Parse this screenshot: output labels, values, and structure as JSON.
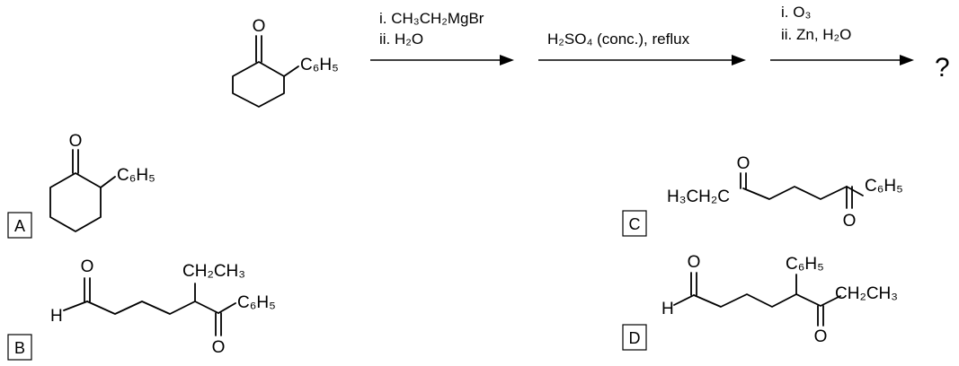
{
  "reaction": {
    "step1": {
      "line1": "i. CH₃CH₂MgBr",
      "line2": "ii. H₂O"
    },
    "step2": {
      "line1": "H₂SO₄ (conc.), reflux"
    },
    "step3": {
      "line1": "i. O₃",
      "line2": "ii. Zn, H₂O"
    },
    "product": "?"
  },
  "atoms": {
    "O": "O",
    "H": "H",
    "phenyl": "C₆H₅",
    "ethyl_left": "H₃CH₂C",
    "ethyl_right": "CH₂CH₃"
  },
  "options": {
    "A": "A",
    "B": "B",
    "C": "C",
    "D": "D"
  }
}
